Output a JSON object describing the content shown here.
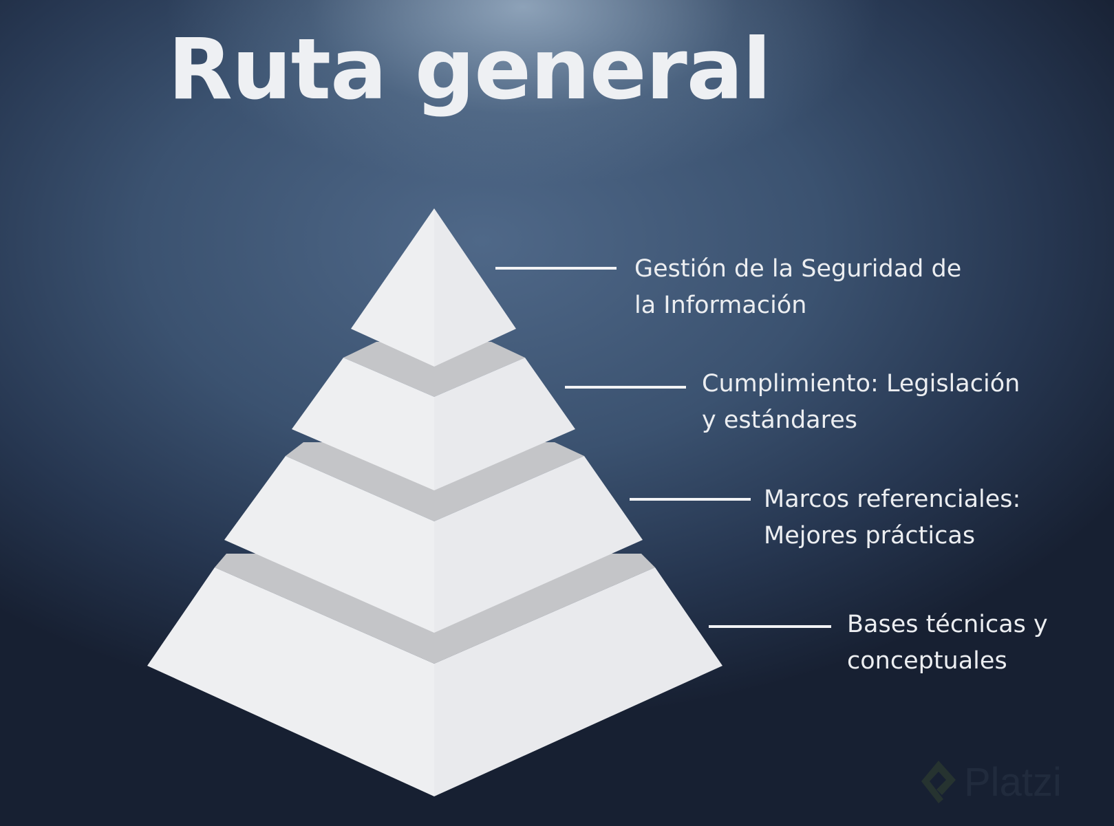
{
  "title": "Ruta general",
  "levels": [
    {
      "line1": "Gestión de la Seguridad de",
      "line2": "la Información"
    },
    {
      "line1": "Cumplimiento: Legislación",
      "line2": "y estándares"
    },
    {
      "line1": "Marcos referenciales:",
      "line2": "Mejores prácticas"
    },
    {
      "line1": "Bases técnicas y",
      "line2": "conceptuales"
    }
  ],
  "watermark": "Platzi",
  "colors": {
    "face": "#eeeff1",
    "faceRight": "#e8e9ec",
    "band": "#c4c5c8"
  }
}
